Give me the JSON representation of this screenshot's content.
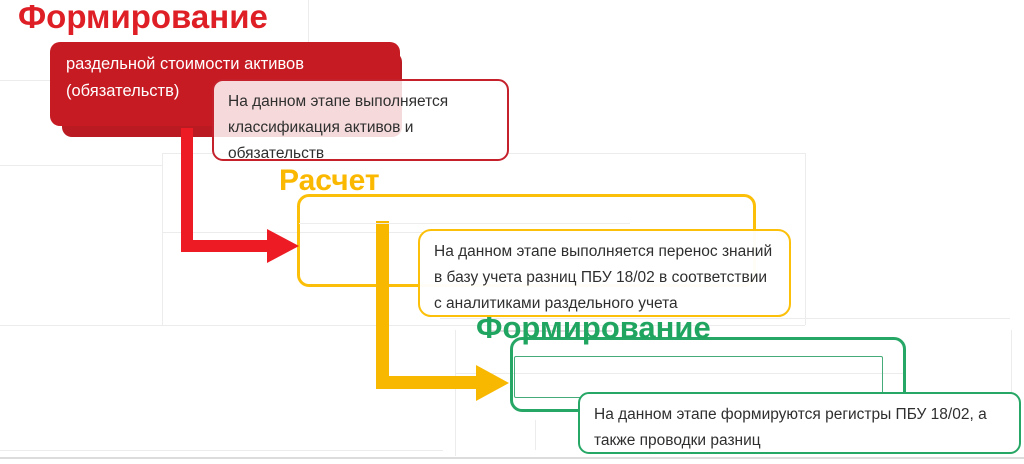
{
  "slide": {
    "background": "#ffffff",
    "language": "ru"
  },
  "stages": [
    {
      "title": "Формирование",
      "box_text": "раздельной стоимости активов (обязательств)",
      "callout_text": "На данном этапе выполняется классификация активов и обязательств",
      "accent_color": "#df1f26",
      "fill_color": "#c61b23",
      "arrow_color": "#ed1c24"
    },
    {
      "title": "Расчет",
      "callout_text": "На данном этапе выполняется перенос знаний в базу учета разниц ПБУ 18/02 в соответствии с аналитиками раздельного учета",
      "accent_color": "#fbb800"
    },
    {
      "title": "Формирование",
      "callout_text": "На данном этапе формируются регистры ПБУ 18/02, а также проводки разниц",
      "accent_color": "#1fa55f",
      "border_color": "#27a766"
    }
  ],
  "colors": {
    "callout_text": "#2f2f2f",
    "grid_line": "#ececec",
    "grid_line_dark": "#dcdcdc"
  }
}
